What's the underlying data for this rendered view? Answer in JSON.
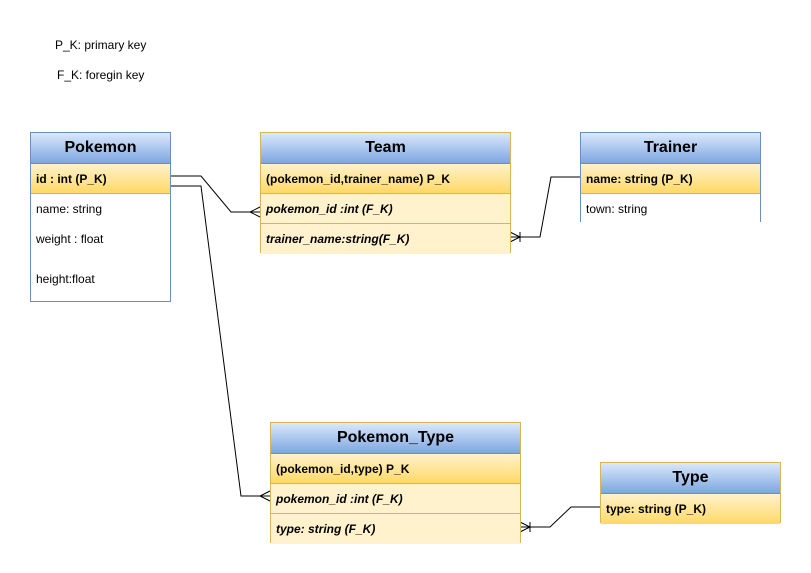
{
  "legend": {
    "pk": "P_K: primary key",
    "fk": "F_K: foregin key"
  },
  "entities": {
    "pokemon": {
      "title": "Pokemon",
      "pk": "id : int (P_K)",
      "attr_name": "name: string",
      "attr_weight": "weight : float",
      "attr_height": "height:float"
    },
    "team": {
      "title": "Team",
      "pk": "(pokemon_id,trainer_name) P_K",
      "fk1": "pokemon_id :int (F_K)",
      "fk2": "trainer_name:string(F_K)"
    },
    "trainer": {
      "title": "Trainer",
      "pk": "name: string (P_K)",
      "attr_town": "town: string"
    },
    "pokemon_type": {
      "title": "Pokemon_Type",
      "pk": "(pokemon_id,type) P_K",
      "fk1": "pokemon_id :int (F_K)",
      "fk2": "type: string (F_K)"
    },
    "type": {
      "title": "Type",
      "pk": "type: string (P_K)"
    }
  },
  "colors": {
    "header_top": "#dae8fc",
    "header_bottom": "#7ea6e0",
    "header_border": "#6c8ebf",
    "key_fill": "#fff2cc",
    "key_fill_dark": "#ffd966",
    "key_border": "#d6b656",
    "edge": "#000000"
  }
}
